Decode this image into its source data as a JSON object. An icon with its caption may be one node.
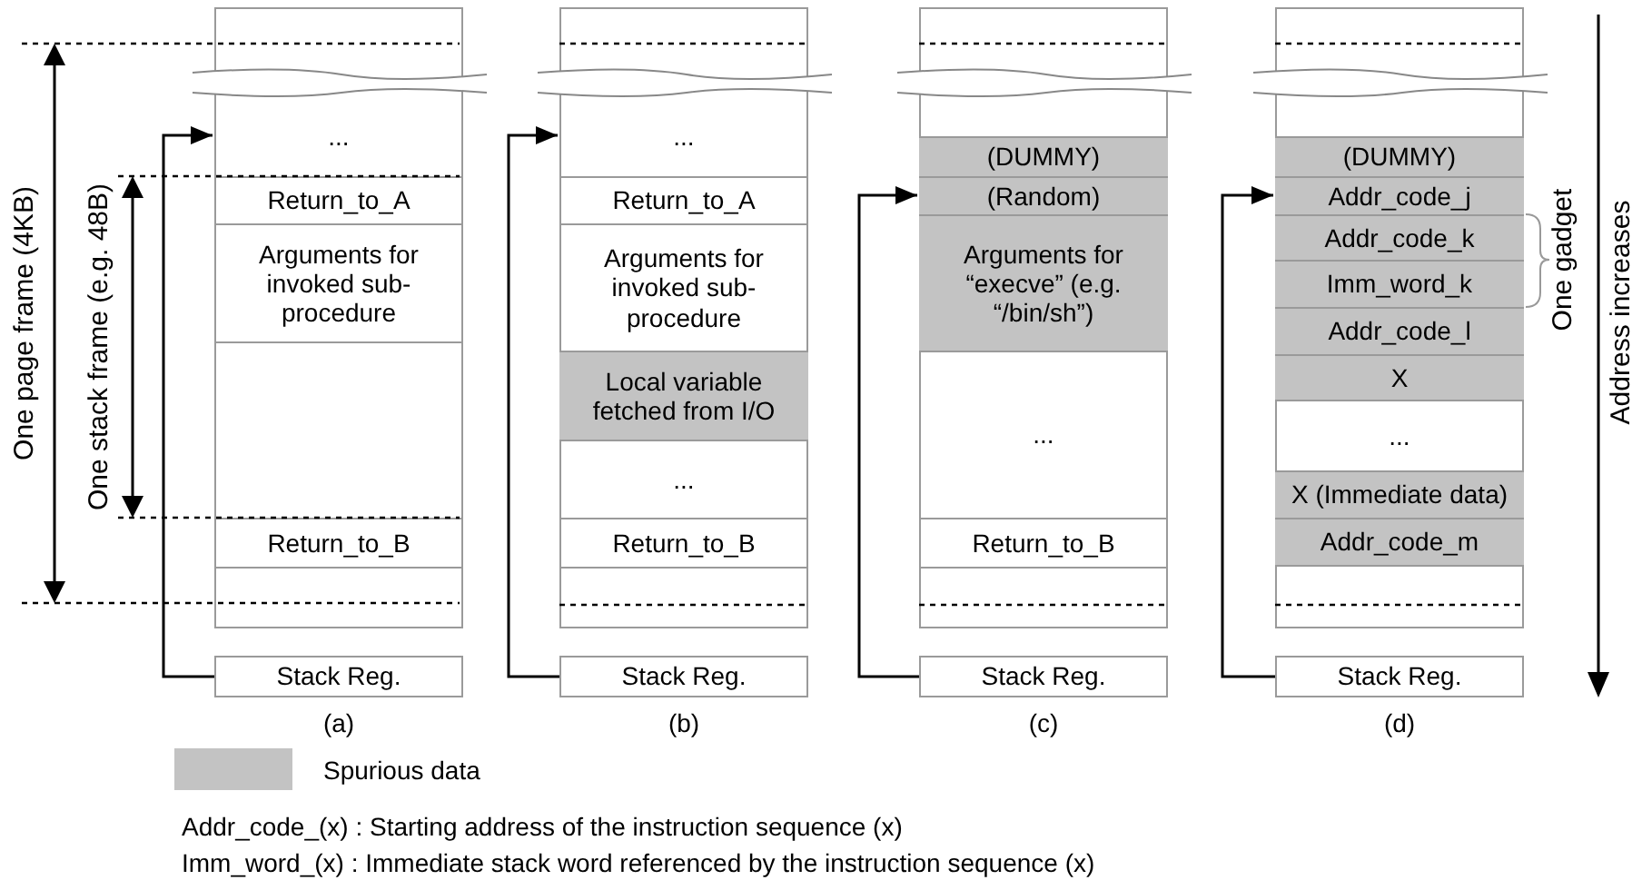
{
  "diagram": {
    "nodes": [
      {
        "text": [],
        "shape": "box"
      },
      {
        "text": [
          "..."
        ],
        "in": 0
      },
      {
        "text": [
          "Return_to_A"
        ],
        "in": 0
      },
      {
        "text": [
          "Arguments for invoked sub-procedure"
        ],
        "in": 0
      },
      {
        "text": [
          "Return_to_B"
        ],
        "in": 0
      },
      {
        "text": [
          "Stack Reg."
        ],
        "beside": [
          "(a)"
        ]
      },
      {
        "text": [],
        "shape": "box"
      },
      {
        "text": [
          "..."
        ],
        "in": 6
      },
      {
        "text": [
          "Return_to_A"
        ],
        "in": 6
      },
      {
        "text": [
          "Arguments for invoked sub-procedure"
        ],
        "in": 6
      },
      {
        "text": [
          "Local variable fetched from I/O"
        ],
        "in": 6
      },
      {
        "text": [
          "..."
        ],
        "in": 6
      },
      {
        "text": [
          "Return_to_B"
        ],
        "in": 6
      },
      {
        "text": [
          "Stack Reg."
        ],
        "beside": [
          "(b)"
        ]
      },
      {
        "text": [],
        "shape": "box"
      },
      {
        "text": [
          "(DUMMY)"
        ],
        "in": 14
      },
      {
        "text": [
          "(Random)"
        ],
        "in": 14
      },
      {
        "text": [
          "Arguments for “execve” (e.g. “/bin/sh”)"
        ],
        "in": 14
      },
      {
        "text": [
          "..."
        ],
        "in": 14
      },
      {
        "text": [
          "Return_to_B"
        ],
        "in": 14
      },
      {
        "text": [
          "Stack Reg."
        ],
        "beside": [
          "(c)"
        ]
      },
      {
        "text": [],
        "shape": "box"
      },
      {
        "text": [
          "(DUMMY)"
        ],
        "in": 21
      },
      {
        "text": [
          "Addr_code_j"
        ],
        "in": 21
      },
      {
        "text": [
          "Addr_code_k"
        ],
        "in": 21
      },
      {
        "text": [
          "Imm_word_k"
        ],
        "in": 21
      },
      {
        "text": [
          "Addr_code_l"
        ],
        "in": 21
      },
      {
        "text": [
          "X"
        ],
        "in": 21
      },
      {
        "text": [
          "..."
        ],
        "in": 21
      },
      {
        "text": [
          "X (Immediate data)"
        ],
        "in": 21
      },
      {
        "text": [
          "Addr_code_m"
        ],
        "in": 21
      },
      {
        "text": [
          "Stack Reg."
        ],
        "beside": [
          "(d)"
        ]
      }
    ],
    "edges": [
      {
        "from": 5,
        "to": 1,
        "arrow": "to"
      },
      {
        "from": 13,
        "to": 7,
        "arrow": "to"
      },
      {
        "from": 20,
        "to": 16,
        "arrow": "to"
      },
      {
        "from": 31,
        "to": 23,
        "arrow": "to"
      }
    ],
    "labels": [
      "One page frame (4KB)",
      "One stack frame (e.g. 48B)",
      "One gadget",
      "Address increases",
      "Addr_code_(x) : Starting address of the instruction sequence (x)",
      "Imm_word_(x) : Immediate stack word referenced by the instruction sequence (x)"
    ],
    "legend": [
      {
        "text": "Spurious data",
        "color": "#c3c3c3"
      }
    ]
  }
}
